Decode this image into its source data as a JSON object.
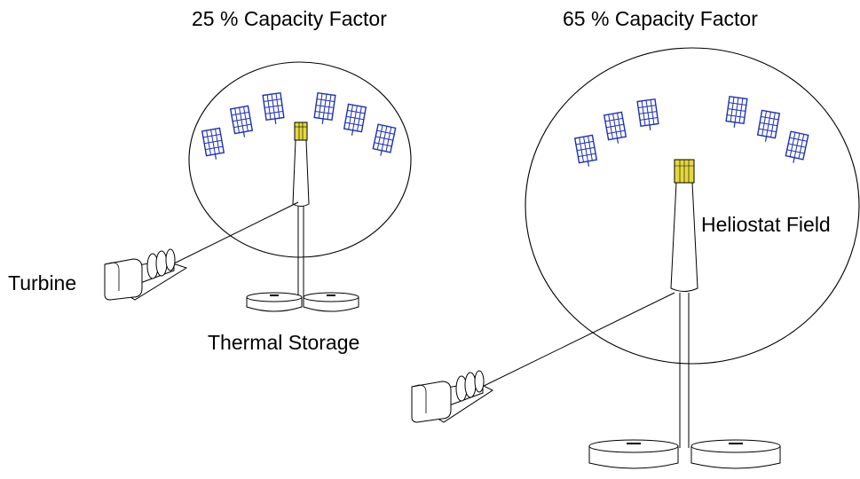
{
  "diagram": {
    "left_plant": {
      "title": "25 % Capacity Factor"
    },
    "right_plant": {
      "title": "65 % Capacity Factor"
    },
    "labels": {
      "turbine": "Turbine",
      "thermal_storage": "Thermal Storage",
      "heliostat_field": "Heliostat Field"
    }
  },
  "colors": {
    "heliostat": "#1c2fb4",
    "receiver": "#e6d83c",
    "line": "#000000",
    "background": "#ffffff"
  }
}
